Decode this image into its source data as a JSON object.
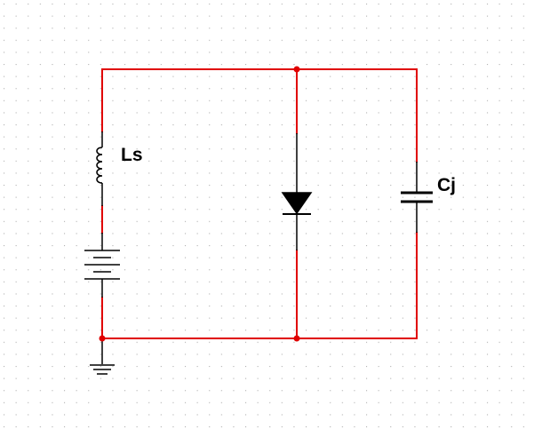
{
  "schematic": {
    "labels": {
      "inductor": "Ls",
      "capacitor": "Cj"
    },
    "components": [
      {
        "kind": "inductor",
        "label": "Ls"
      },
      {
        "kind": "battery"
      },
      {
        "kind": "diode"
      },
      {
        "kind": "capacitor",
        "label": "Cj"
      },
      {
        "kind": "ground"
      }
    ],
    "colors": {
      "wire": "#e00000",
      "component": "#000000",
      "junction": "#e00000",
      "grid_dot": "#b0b0b0",
      "background": "#ffffff"
    }
  }
}
